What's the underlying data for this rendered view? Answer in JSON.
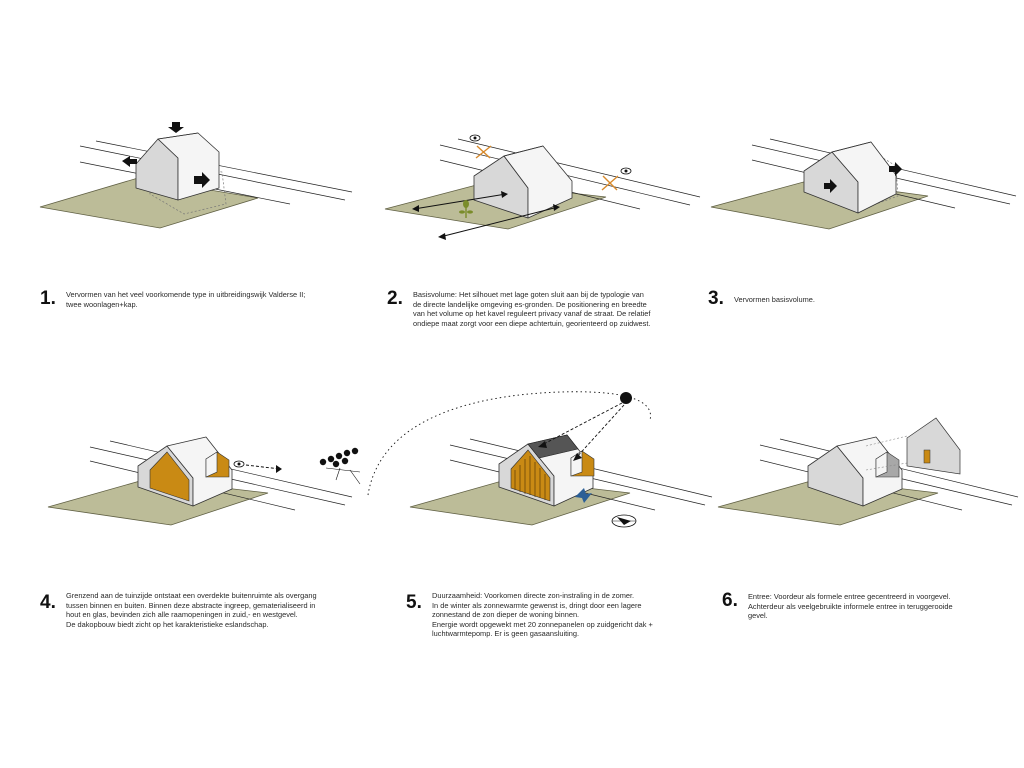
{
  "colors": {
    "ground": "#bcbc98",
    "ground_edge": "#606044",
    "wall_light": "#f5f5f5",
    "wall_gray": "#d8d8d8",
    "wall_dark": "#a8a8a8",
    "wood": "#c98a14",
    "wood_dark": "#8c5a08",
    "solar": "#555555",
    "plant": "#7a8c2a",
    "orange_cross": "#d8892a",
    "blue_shadow": "#2c5f96",
    "ink": "#111111"
  },
  "steps": [
    {
      "number": "1.",
      "lines": [
        "Vervormen van het veel voorkomende type in uitbreidingswijk Valderse II;",
        "twee woonlagen+kap."
      ],
      "icons": [
        "arrow-down-icon",
        "arrow-left-icon",
        "arrow-right-icon"
      ]
    },
    {
      "number": "2.",
      "lines": [
        "Basisvolume: Het silhouet met lage goten sluit aan bij de typologie van",
        "de directe landelijke omgeving es-gronden. De positionering en breedte",
        "van het volume op het kavel reguleert privacy vanaf de straat. De relatief",
        "ondiepe maat zorgt voor een diepe achtertuin, georienteerd op zuidwest."
      ],
      "icons": [
        "eye-icon",
        "cross-icon",
        "plant-icon",
        "dimension-arrow-icon"
      ]
    },
    {
      "number": "3.",
      "lines": [
        "Vervormen basisvolume."
      ],
      "icons": [
        "arrow-right-icon"
      ]
    },
    {
      "number": "4.",
      "lines": [
        "Grenzend aan de tuinzijde ontstaat een overdekte buitenruimte als overgang",
        "tussen binnen en buiten. Binnen deze abstracte ingreep, gematerialiseerd in",
        "hout en glas, bevinden zich alle raamopeningen in zuid,- en westgevel.",
        "De dakopbouw biedt zicht op het karakteristieke eslandschap."
      ],
      "icons": [
        "eye-icon",
        "trees-icon"
      ]
    },
    {
      "number": "5.",
      "lines": [
        "Duurzaamheid: Voorkomen directe zon-instraling in de zomer.",
        "In de winter als zonnewarmte gewenst is, dringt door een lagere",
        "zonnestand de zon dieper de woning binnen.",
        "Energie wordt opgewekt met 20 zonnepanelen op zuidgericht dak +",
        "luchtwarmtepomp. Er is geen gasaansluiting."
      ],
      "icons": [
        "sun-icon",
        "compass-icon"
      ]
    },
    {
      "number": "6.",
      "lines": [
        "Entree: Voordeur als formele entree gecentreerd in voorgevel.",
        "Achterdeur als veelgebruikte informele entree in teruggerooide",
        "gevel."
      ],
      "icons": [
        "facade-icon",
        "door-icon"
      ]
    }
  ]
}
